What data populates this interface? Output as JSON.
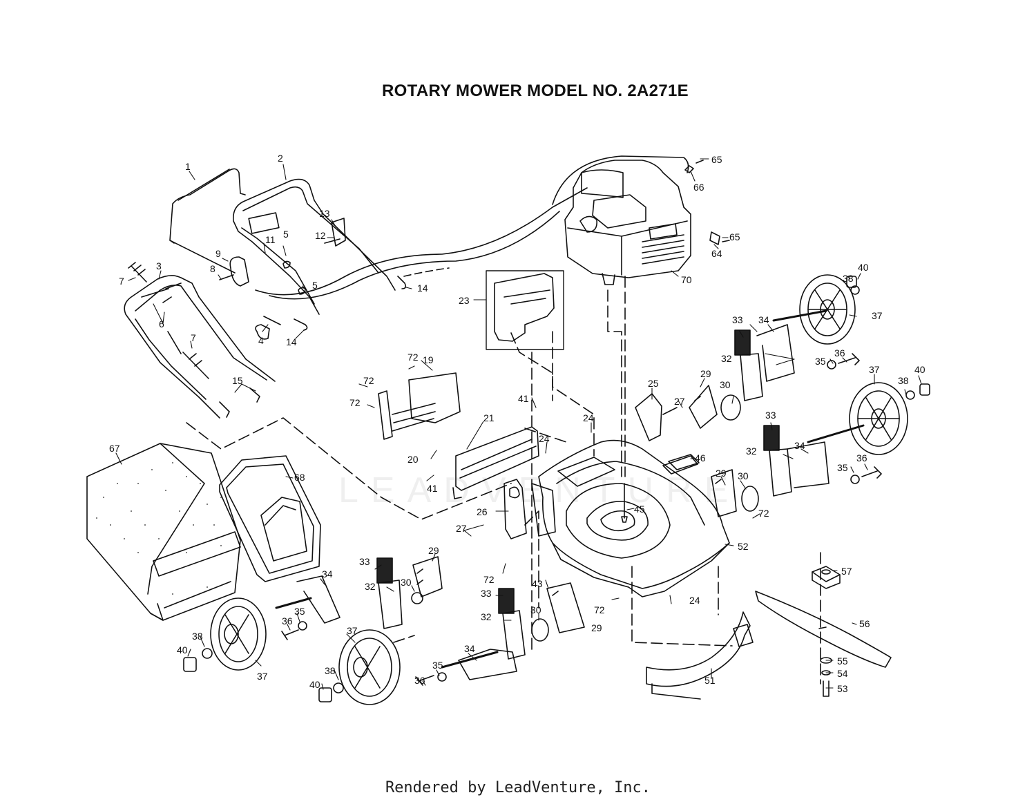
{
  "title": "ROTARY MOWER MODEL NO. 2A271E",
  "footer": "Rendered by LeadVenture, Inc.",
  "watermark": "LEADVENTURE",
  "colors": {
    "line": "#111111",
    "background": "#ffffff"
  },
  "callouts": [
    {
      "id": "c1",
      "label": "1"
    },
    {
      "id": "c2",
      "label": "2"
    },
    {
      "id": "c3",
      "label": "3"
    },
    {
      "id": "c4",
      "label": "4"
    },
    {
      "id": "c5a",
      "label": "5"
    },
    {
      "id": "c5b",
      "label": "5"
    },
    {
      "id": "c6",
      "label": "6"
    },
    {
      "id": "c7a",
      "label": "7"
    },
    {
      "id": "c7b",
      "label": "7"
    },
    {
      "id": "c8",
      "label": "8"
    },
    {
      "id": "c9",
      "label": "9"
    },
    {
      "id": "c11",
      "label": "11"
    },
    {
      "id": "c12",
      "label": "12"
    },
    {
      "id": "c13",
      "label": "13"
    },
    {
      "id": "c14a",
      "label": "14"
    },
    {
      "id": "c14b",
      "label": "14"
    },
    {
      "id": "c15",
      "label": "15"
    },
    {
      "id": "c19",
      "label": "19"
    },
    {
      "id": "c20",
      "label": "20"
    },
    {
      "id": "c21",
      "label": "21"
    },
    {
      "id": "c23",
      "label": "23"
    },
    {
      "id": "c24a",
      "label": "24"
    },
    {
      "id": "c24b",
      "label": "24"
    },
    {
      "id": "c24c",
      "label": "24"
    },
    {
      "id": "c25",
      "label": "25"
    },
    {
      "id": "c26",
      "label": "26"
    },
    {
      "id": "c27a",
      "label": "27"
    },
    {
      "id": "c27b",
      "label": "27"
    },
    {
      "id": "c29a",
      "label": "29"
    },
    {
      "id": "c29b",
      "label": "29"
    },
    {
      "id": "c29c",
      "label": "29"
    },
    {
      "id": "c29d",
      "label": "29"
    },
    {
      "id": "c30a",
      "label": "30"
    },
    {
      "id": "c30b",
      "label": "30"
    },
    {
      "id": "c30c",
      "label": "30"
    },
    {
      "id": "c30d",
      "label": "30"
    },
    {
      "id": "c32a",
      "label": "32"
    },
    {
      "id": "c32b",
      "label": "32"
    },
    {
      "id": "c32c",
      "label": "32"
    },
    {
      "id": "c32d",
      "label": "32"
    },
    {
      "id": "c33a",
      "label": "33"
    },
    {
      "id": "c33b",
      "label": "33"
    },
    {
      "id": "c33c",
      "label": "33"
    },
    {
      "id": "c33d",
      "label": "33"
    },
    {
      "id": "c34a",
      "label": "34"
    },
    {
      "id": "c34b",
      "label": "34"
    },
    {
      "id": "c34c",
      "label": "34"
    },
    {
      "id": "c34d",
      "label": "34"
    },
    {
      "id": "c35a",
      "label": "35"
    },
    {
      "id": "c35b",
      "label": "35"
    },
    {
      "id": "c35c",
      "label": "35"
    },
    {
      "id": "c35d",
      "label": "35"
    },
    {
      "id": "c36a",
      "label": "36"
    },
    {
      "id": "c36b",
      "label": "36"
    },
    {
      "id": "c36c",
      "label": "36"
    },
    {
      "id": "c36d",
      "label": "36"
    },
    {
      "id": "c37a",
      "label": "37"
    },
    {
      "id": "c37b",
      "label": "37"
    },
    {
      "id": "c37c",
      "label": "37"
    },
    {
      "id": "c37d",
      "label": "37"
    },
    {
      "id": "c38a",
      "label": "38"
    },
    {
      "id": "c38b",
      "label": "38"
    },
    {
      "id": "c38c",
      "label": "38"
    },
    {
      "id": "c38d",
      "label": "38"
    },
    {
      "id": "c40a",
      "label": "40"
    },
    {
      "id": "c40b",
      "label": "40"
    },
    {
      "id": "c40c",
      "label": "40"
    },
    {
      "id": "c40d",
      "label": "40"
    },
    {
      "id": "c41a",
      "label": "41"
    },
    {
      "id": "c41b",
      "label": "41"
    },
    {
      "id": "c43",
      "label": "43"
    },
    {
      "id": "c45",
      "label": "45"
    },
    {
      "id": "c46",
      "label": "46"
    },
    {
      "id": "c51",
      "label": "51"
    },
    {
      "id": "c52",
      "label": "52"
    },
    {
      "id": "c53",
      "label": "53"
    },
    {
      "id": "c54",
      "label": "54"
    },
    {
      "id": "c55",
      "label": "55"
    },
    {
      "id": "c56",
      "label": "56"
    },
    {
      "id": "c57",
      "label": "57"
    },
    {
      "id": "c64",
      "label": "64"
    },
    {
      "id": "c65a",
      "label": "65"
    },
    {
      "id": "c65b",
      "label": "65"
    },
    {
      "id": "c66",
      "label": "66"
    },
    {
      "id": "c67",
      "label": "67"
    },
    {
      "id": "c68",
      "label": "68"
    },
    {
      "id": "c70",
      "label": "70"
    },
    {
      "id": "c72a",
      "label": "72"
    },
    {
      "id": "c72b",
      "label": "72"
    },
    {
      "id": "c72c",
      "label": "72"
    },
    {
      "id": "c72d",
      "label": "72"
    },
    {
      "id": "c72e",
      "label": "72"
    },
    {
      "id": "c72f",
      "label": "72"
    }
  ]
}
